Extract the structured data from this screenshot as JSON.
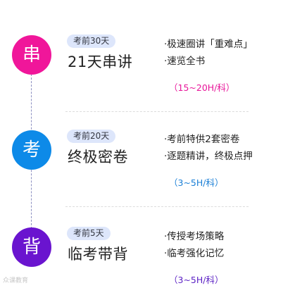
{
  "stages": [
    {
      "icon_char": "串",
      "badge": "考前30天",
      "title": "21天串讲",
      "bullets": [
        "·极速圈讲「重难点」",
        "·速览全书"
      ],
      "hours": "（15~20H/科）"
    },
    {
      "icon_char": "考",
      "badge": "考前20天",
      "title": "终极密卷",
      "bullets": [
        "·考前特供2套密卷",
        "·逐题精讲，终极点押"
      ],
      "hours": "（3~5H/科）"
    },
    {
      "icon_char": "背",
      "badge": "考前5天",
      "title": "临考带背",
      "bullets": [
        "·传授考场策略",
        "·临考强化记忆"
      ],
      "hours": "（3~5H/科）"
    }
  ],
  "colors": {
    "stage1": "#f0169a",
    "stage2": "#0d8ae8",
    "stage3": "#6a14cf",
    "hours1": "#e8169a",
    "hours2": "#1a7fd6",
    "hours3": "#5a1fc4",
    "badge_bg": "#dde6fb"
  },
  "watermark": "众课教育"
}
